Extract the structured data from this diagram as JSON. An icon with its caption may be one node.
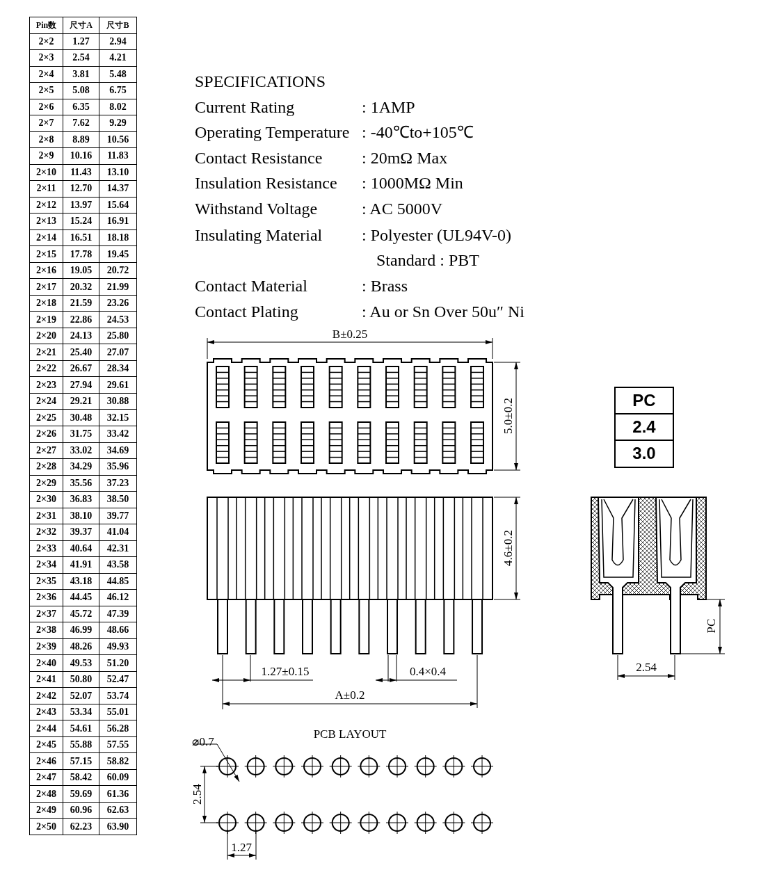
{
  "diagram": {
    "labels": [
      "Pin数",
      "尺寸A",
      "尺寸B",
      "2×2",
      "1.27",
      "2.94",
      "2×3",
      "2.54",
      "4.21",
      "2×4",
      "3.81",
      "5.48",
      "2×5",
      "5.08",
      "6.75",
      "2×6",
      "6.35",
      "8.02",
      "2×7",
      "7.62",
      "9.29",
      "2×8",
      "8.89",
      "10.56",
      "2×9",
      "10.16",
      "11.83",
      "2×10",
      "11.43",
      "13.10",
      "2×11",
      "12.70",
      "14.37",
      "2×12",
      "13.97",
      "15.64",
      "2×13",
      "15.24",
      "16.91",
      "2×14",
      "16.51",
      "18.18",
      "2×15",
      "17.78",
      "19.45",
      "2×16",
      "19.05",
      "20.72",
      "2×17",
      "20.32",
      "21.99",
      "2×18",
      "21.59",
      "23.26",
      "2×19",
      "22.86",
      "24.53",
      "2×20",
      "24.13",
      "25.80",
      "2×21",
      "25.40",
      "27.07",
      "2×22",
      "26.67",
      "28.34",
      "2×23",
      "27.94",
      "29.61",
      "2×24",
      "29.21",
      "30.88",
      "2×25",
      "30.48",
      "32.15",
      "2×26",
      "31.75",
      "33.42",
      "2×27",
      "33.02",
      "34.69",
      "2×28",
      "34.29",
      "35.96",
      "2×29",
      "35.56",
      "37.23",
      "2×30",
      "36.83",
      "38.50",
      "2×31",
      "38.10",
      "39.77",
      "2×32",
      "39.37",
      "41.04",
      "2×33",
      "40.64",
      "42.31",
      "2×34",
      "41.91",
      "43.58",
      "2×35",
      "43.18",
      "44.85",
      "2×36",
      "44.45",
      "46.12",
      "2×37",
      "45.72",
      "47.39",
      "2×38",
      "46.99",
      "48.66",
      "2×39",
      "48.26",
      "49.93",
      "2×40",
      "49.53",
      "51.20",
      "2×41",
      "50.80",
      "52.47",
      "2×42",
      "52.07",
      "53.74",
      "2×43",
      "53.34",
      "55.01",
      "2×44",
      "54.61",
      "56.28",
      "2×45",
      "55.88",
      "57.55",
      "2×46",
      "57.15",
      "58.82",
      "2×47",
      "58.42",
      "60.09",
      "2×48",
      "59.69",
      "61.36",
      "2×49",
      "60.96",
      "62.63",
      "2×50",
      "62.23",
      "63.90",
      "SPECIFICATIONS",
      "Current Rating",
      ": 1AMP",
      "Operating Temperature",
      ": -40℃to+105℃",
      "Contact Resistance",
      ": 20mΩ Max",
      "Insulation Resistance",
      ": 1000MΩ Min",
      "Withstand Voltage",
      ": AC 5000V",
      "Insulating Material",
      ": Polyester (UL94V-0)",
      "Standard : PBT",
      "Contact Material",
      ": Brass",
      "Contact Plating",
      ": Au or Sn Over 50u″ Ni",
      "B±0.25",
      "5.0±0.2",
      "PC",
      "2.4",
      "3.0",
      "4.6±0.2",
      "1.27±0.15",
      "0.4×0.4",
      "A±0.2",
      "PC",
      "2.54",
      "PCB LAYOUT",
      "⌀0.7",
      "2.54",
      "1.27"
    ]
  }
}
